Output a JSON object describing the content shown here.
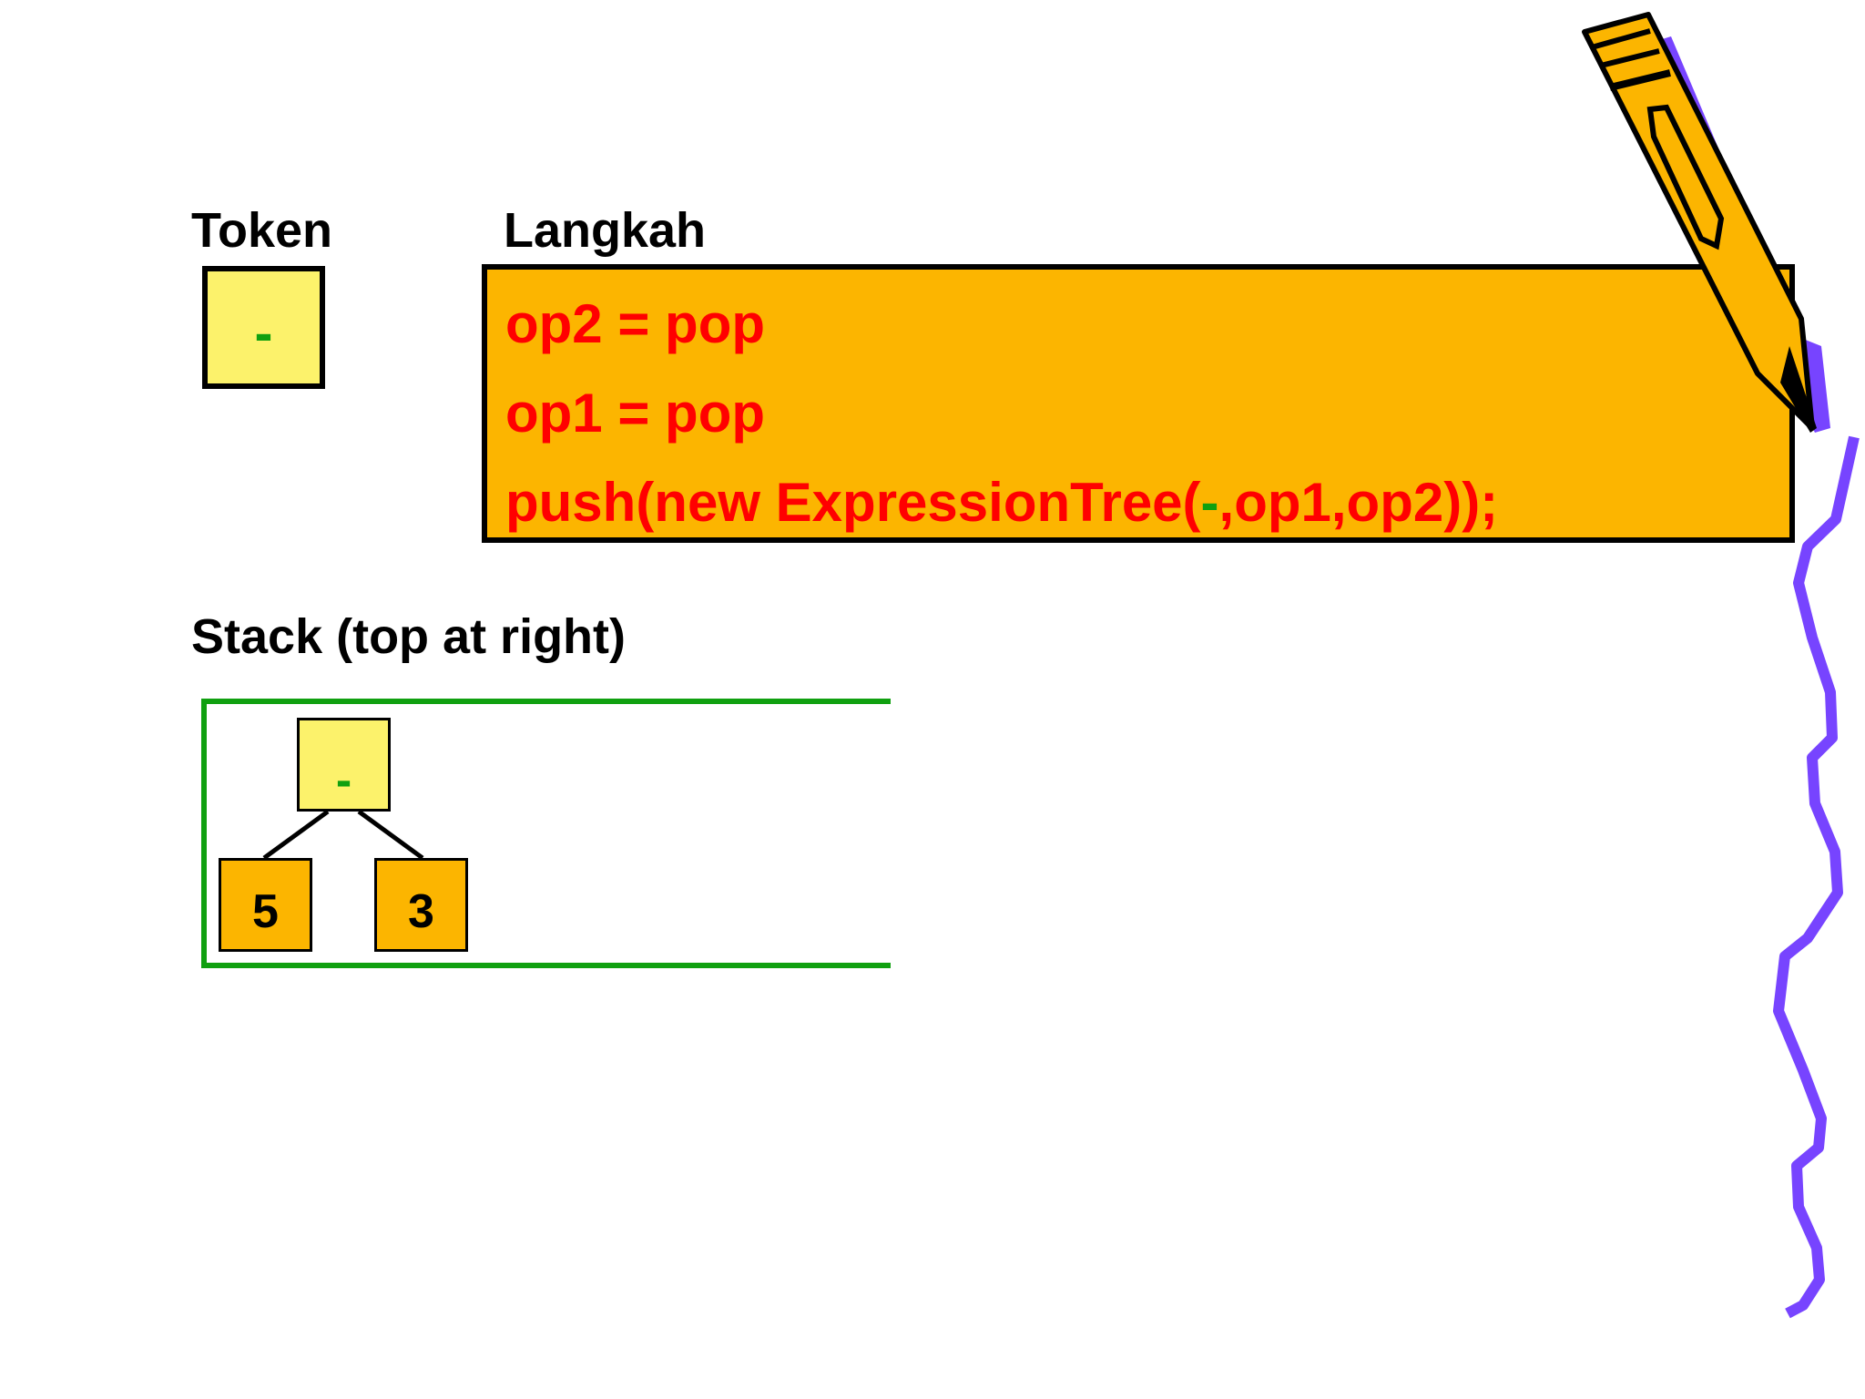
{
  "labels": {
    "token": "Token",
    "step": "Langkah",
    "stack": "Stack (top at right)"
  },
  "token": {
    "value": "-"
  },
  "step": {
    "line1": "op2 = pop",
    "line2": "op1 = pop",
    "line3_prefix": "push(new ExpressionTree(",
    "line3_operator": "-",
    "line3_suffix": ",op1,op2));"
  },
  "stack_tree": {
    "root": "-",
    "left": "5",
    "right": "3"
  },
  "colors": {
    "token_fill": "#fcf26b",
    "step_fill": "#fcb500",
    "step_text": "#ff0000",
    "operator_text": "#10a010",
    "stack_border": "#10a010",
    "decoration_squiggle": "#7744ff"
  },
  "icons": {
    "decoration": "pencil-icon"
  }
}
